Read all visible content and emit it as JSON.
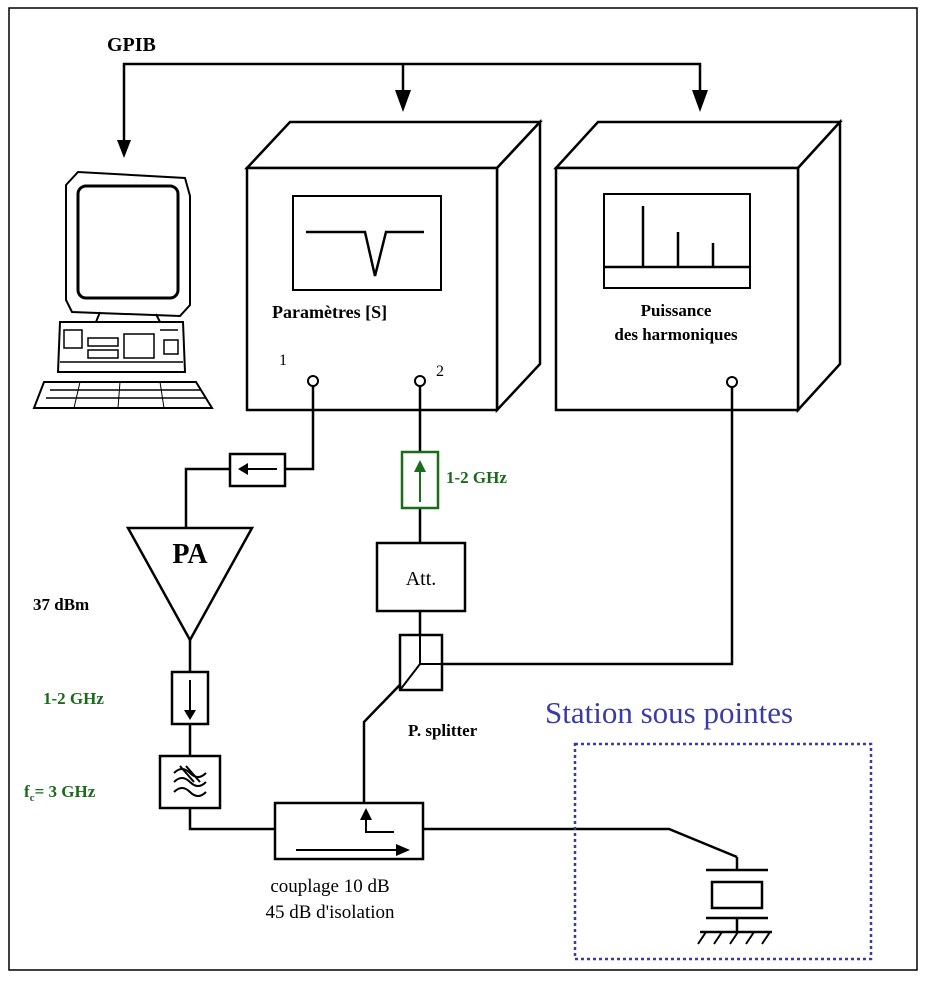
{
  "labels": {
    "gpib": "GPIB",
    "s_params": "Paramètres [S]",
    "port1": "1",
    "port2": "2",
    "harmonics_line1": "Puissance",
    "harmonics_line2": "des harmoniques",
    "pa": "PA",
    "pa_power": "37 dBm",
    "isolator_band": "1-2 GHz",
    "filter_fc_prefix": "f",
    "filter_fc_sub": "c",
    "filter_fc_value": "= 3 GHz",
    "isolator2_band": "1-2 GHz",
    "attenuator": "Att.",
    "splitter": "P. splitter",
    "station": "Station sous pointes",
    "coupler_line1": "couplage 10 dB",
    "coupler_line2": "45 dB d'isolation"
  },
  "colors": {
    "line": "#000000",
    "green": "#1a6b1a",
    "station_border": "#3a3aa8"
  }
}
